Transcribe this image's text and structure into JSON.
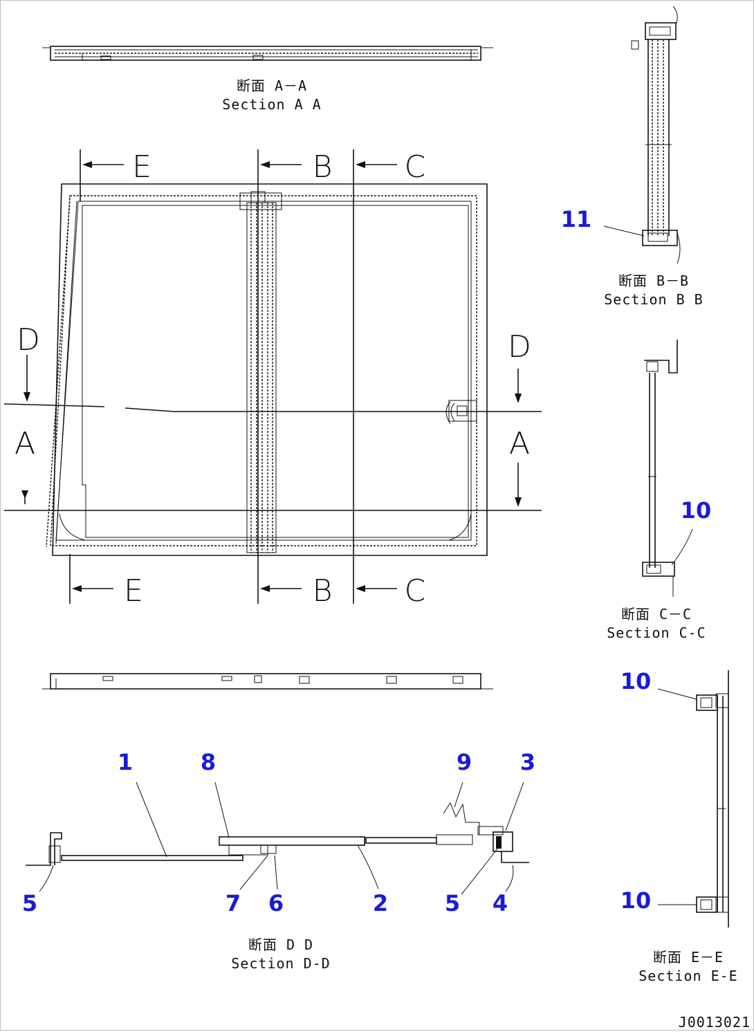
{
  "drawing_id": "J0013021",
  "sections": {
    "aa": {
      "jp": "断面 A－A",
      "en": "Section A A"
    },
    "bb": {
      "jp": "断面 B－B",
      "en": "Section B B"
    },
    "cc": {
      "jp": "断面 C－C",
      "en": "Section C-C"
    },
    "dd": {
      "jp": "断面 D D",
      "en": "Section D-D"
    },
    "ee": {
      "jp": "断面 E－E",
      "en": "Section E-E"
    }
  },
  "cut_letters": {
    "e": "E",
    "b": "B",
    "c": "C",
    "d": "D",
    "a": "A"
  },
  "callouts": {
    "c1": "1",
    "c2": "2",
    "c3": "3",
    "c4": "4",
    "c5a": "5",
    "c5b": "5",
    "c6": "6",
    "c7": "7",
    "c8": "8",
    "c9": "9",
    "c10a": "10",
    "c10b": "10",
    "c10c": "10",
    "c11": "11"
  },
  "colors": {
    "callout": "#1a1adb",
    "line": "#111111"
  }
}
